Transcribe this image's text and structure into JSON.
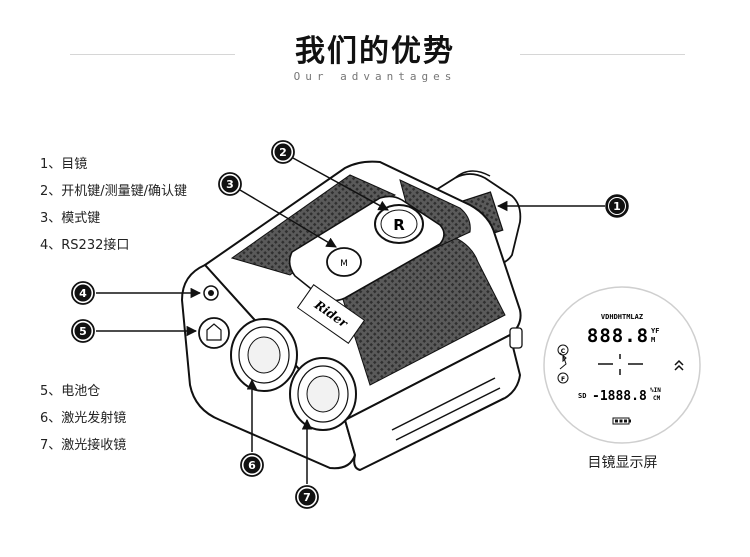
{
  "header": {
    "title": "我们的优势",
    "subtitle": "Our advantages"
  },
  "legend_top": [
    "1、目镜",
    "2、开机键/测量键/确认键",
    "3、模式键",
    "4、RS232接口"
  ],
  "legend_bottom": [
    "5、电池仓",
    "6、激光发射镜",
    "7、激光接收镜"
  ],
  "callouts": [
    "1",
    "2",
    "3",
    "4",
    "5",
    "6",
    "7"
  ],
  "device": {
    "brand_logo": "Rider",
    "button_r_icon": "R-letter-icon",
    "button_m_icon": "M-letter-icon"
  },
  "eyepiece_display": {
    "caption": "目镜显示屏",
    "mode_row": "VDHDHTMLAZ",
    "top_digits": "888.8",
    "top_units_1": "YF",
    "top_units_2": "M",
    "sd_label": "SD",
    "bottom_digits": "-1888.8",
    "bottom_units_1": "%IN",
    "bottom_units_2": "CM",
    "icons": [
      "bluetooth-icon",
      "copyright-c-icon",
      "flag-f-icon",
      "chevron-up-icon",
      "battery-icon"
    ]
  }
}
